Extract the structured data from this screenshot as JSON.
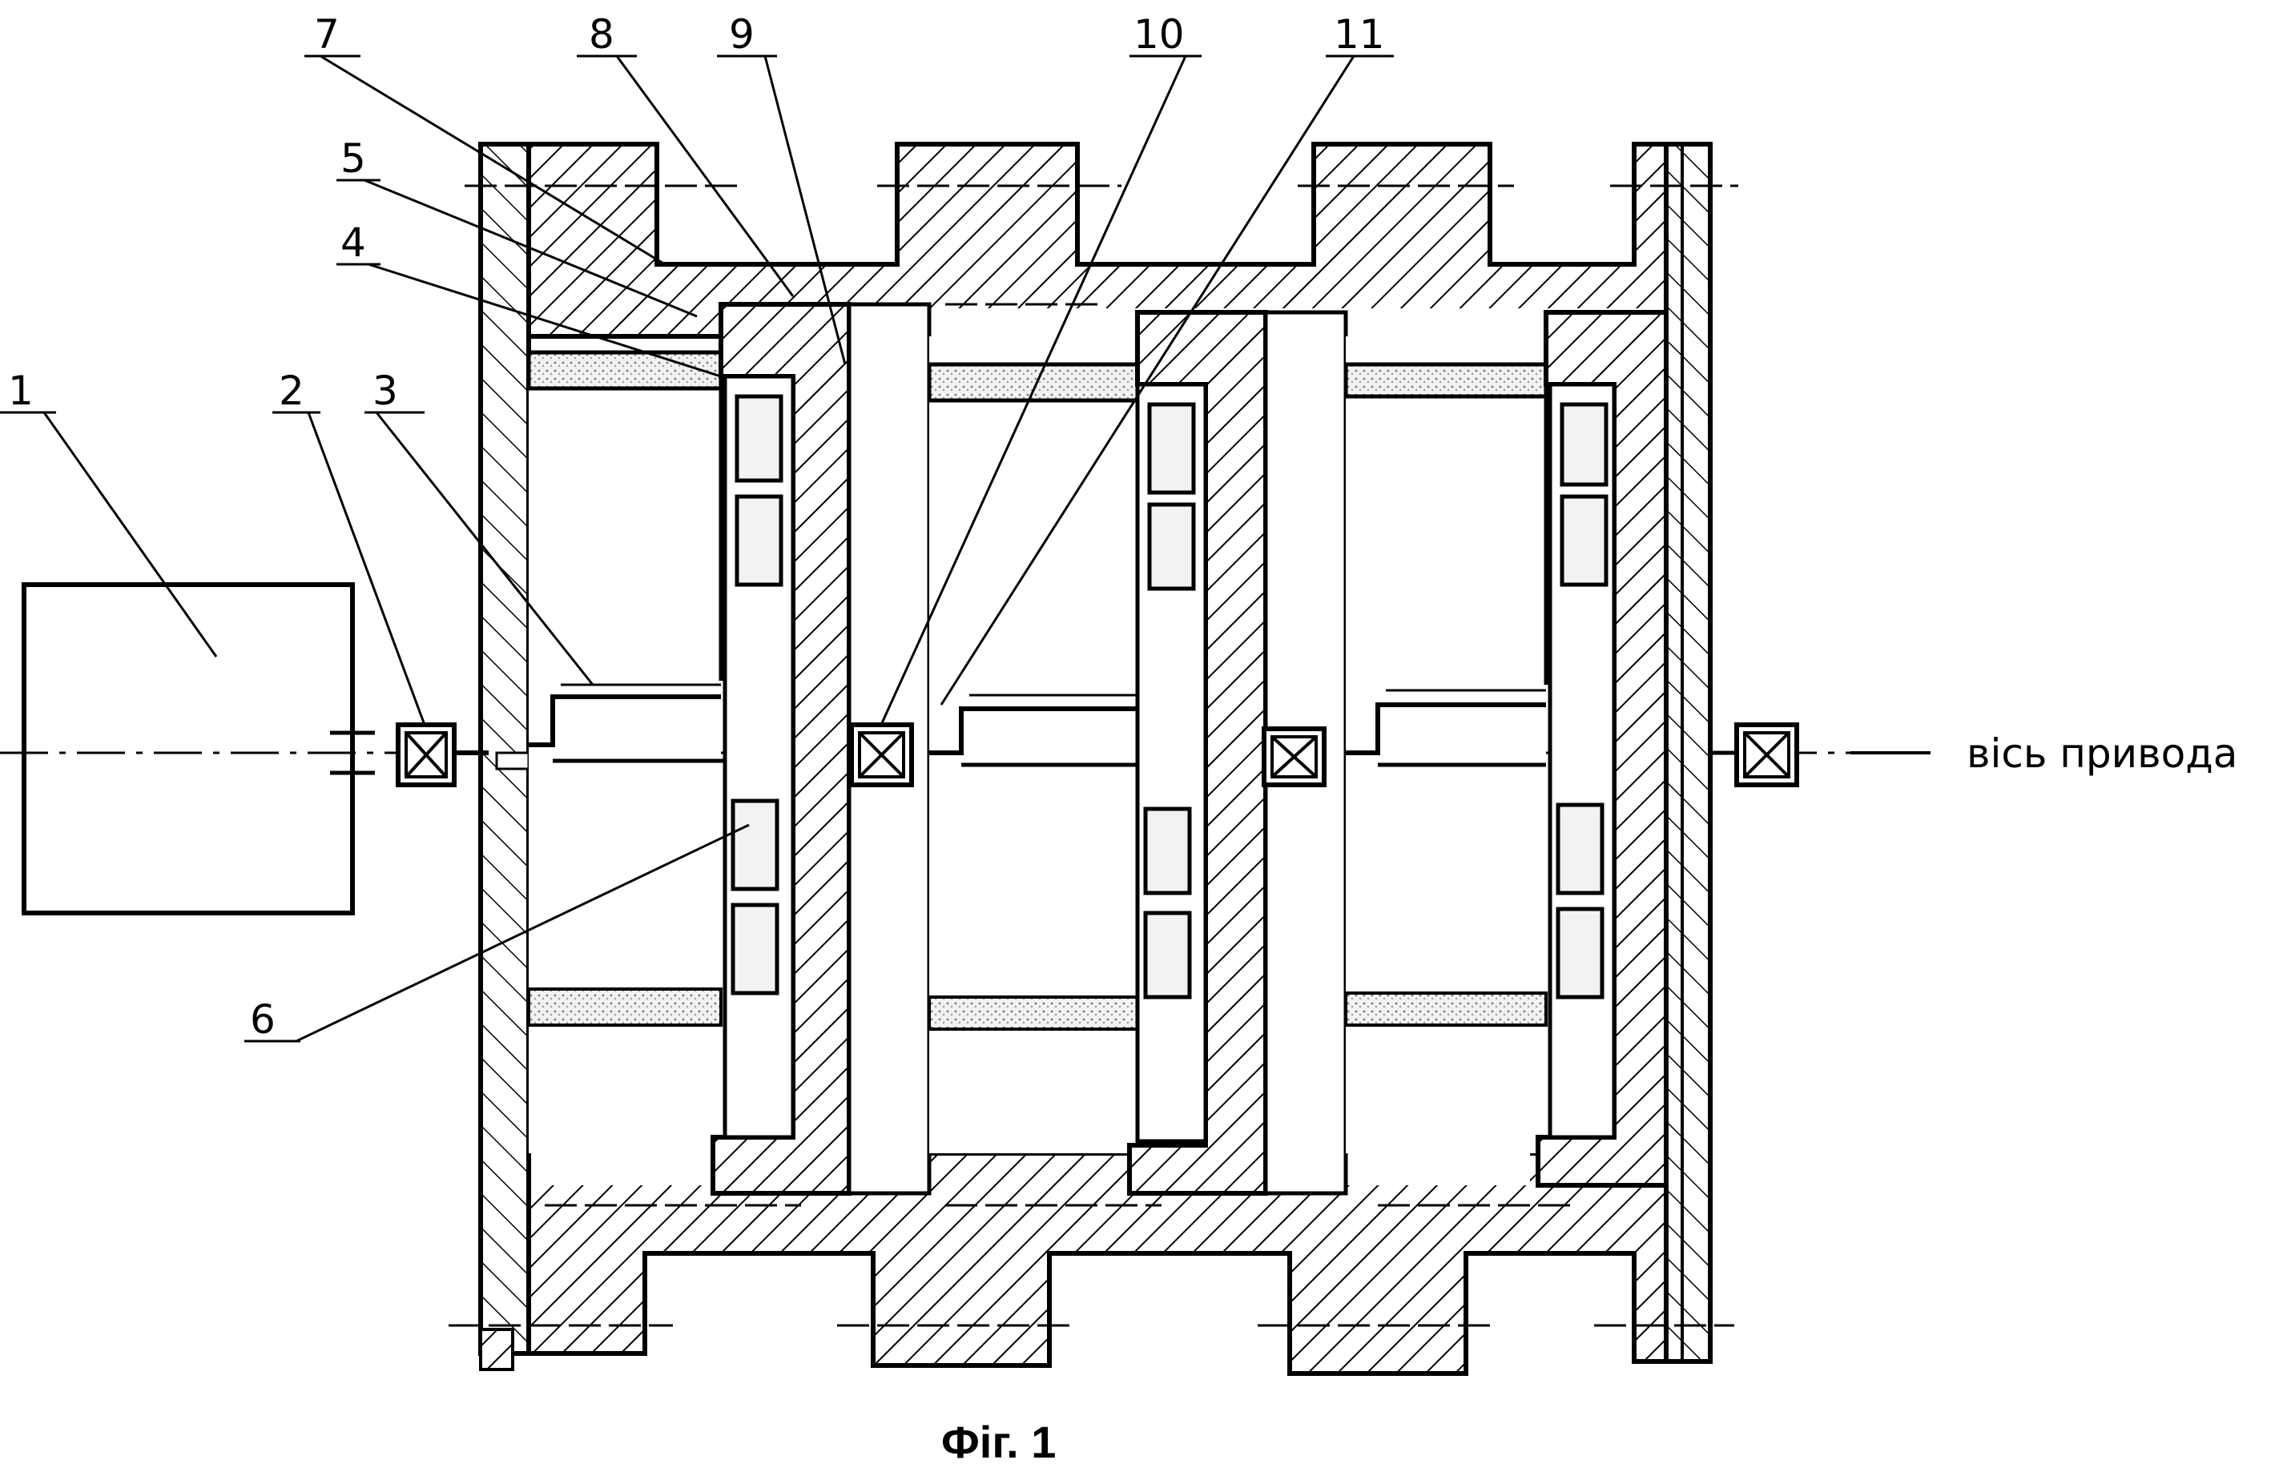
{
  "labels": {
    "l1": "1",
    "l2": "2",
    "l3": "3",
    "l4": "4",
    "l5": "5",
    "l6": "6",
    "l7": "7",
    "l8": "8",
    "l9": "9",
    "l10": "10",
    "l11": "11"
  },
  "axis_label": "вісь привода",
  "caption": "Фіг. 1",
  "colors": {
    "ink": "#000000",
    "background": "#ffffff",
    "hatch_fill": "#e8e8e8"
  }
}
